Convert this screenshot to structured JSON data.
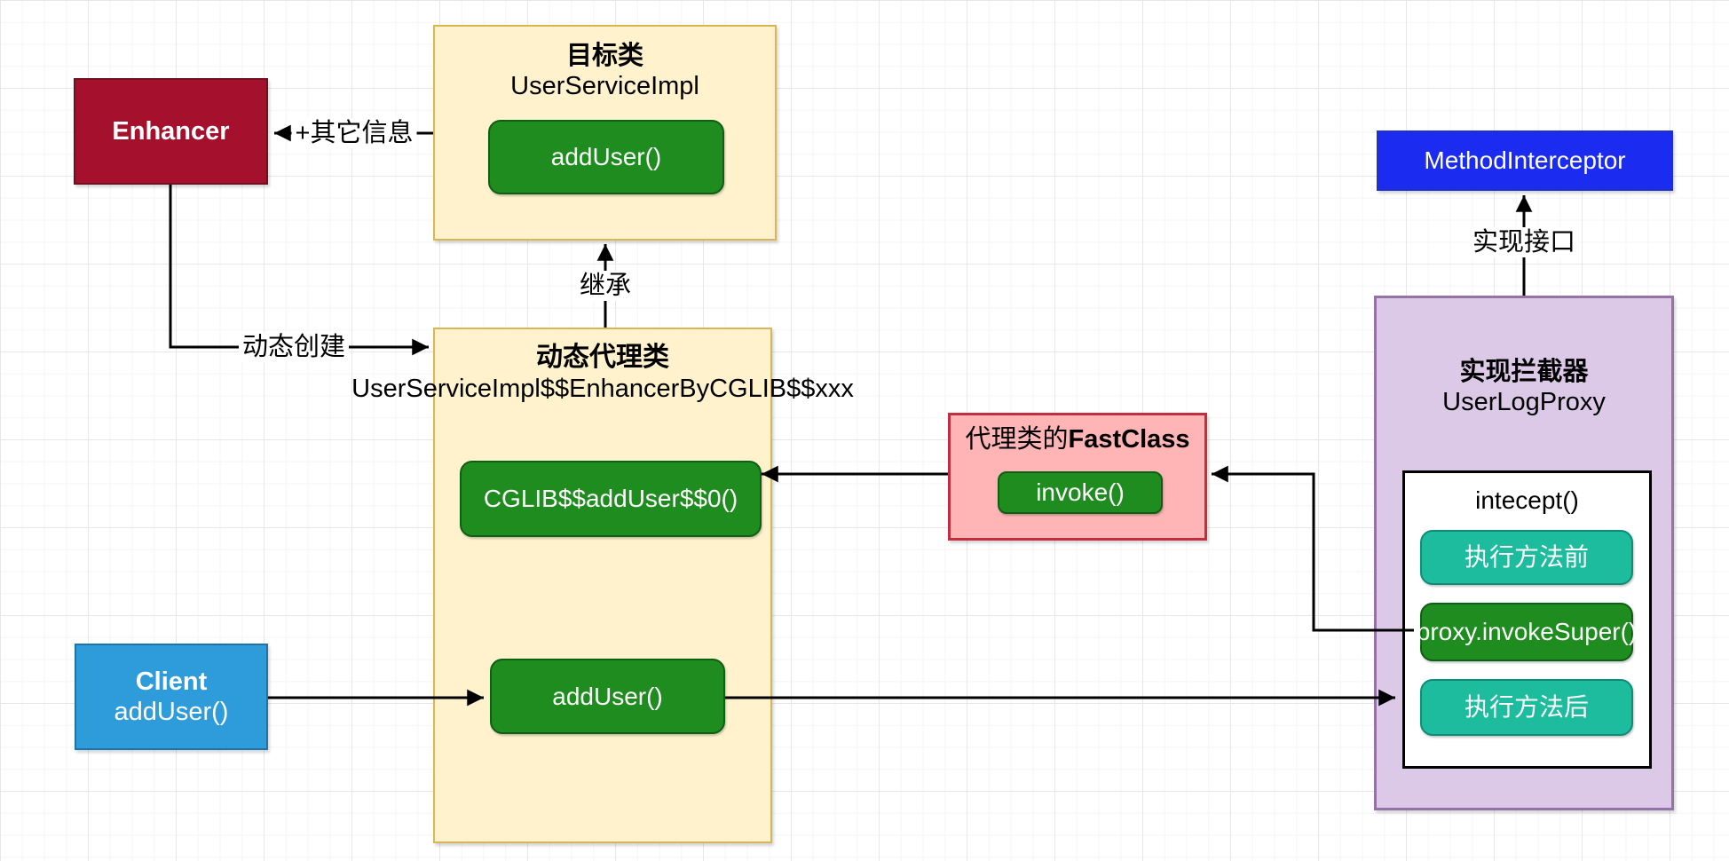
{
  "nodes": {
    "enhancer": {
      "label": "Enhancer"
    },
    "target_class": {
      "title": "目标类",
      "subtitle": "UserServiceImpl",
      "method": "addUser()"
    },
    "proxy_class": {
      "title": "动态代理类",
      "subtitle": "UserServiceImpl$$EnhancerByCGLIB$$xxx",
      "method_cglib": "CGLIB$$addUser$$0()",
      "method_adduser": "addUser()"
    },
    "client": {
      "title": "Client",
      "subtitle": "addUser()"
    },
    "fastclass": {
      "title_zh": "代理类的",
      "title_en": "FastClass",
      "method": "invoke()"
    },
    "method_interceptor": {
      "label": "MethodInterceptor"
    },
    "interceptor": {
      "title": "实现拦截器",
      "subtitle": "UserLogProxy",
      "intercept": {
        "title": "intecept()",
        "steps": [
          "执行方法前",
          "proxy.invokeSuper()",
          "执行方法后"
        ]
      }
    }
  },
  "edges": {
    "other_info": "+其它信息",
    "dynamic_create": "动态创建",
    "inherit": "继承",
    "implements": "实现接口"
  },
  "colors": {
    "enhancer_fill": "#A5112C",
    "class_box_fill": "#FFF2CC",
    "class_box_border": "#D6B656",
    "method_green": "#1E8C1E",
    "step_teal": "#1DBC9E",
    "fastclass_fill": "#FFB5B5",
    "fastclass_border": "#C22E3E",
    "interceptor_fill": "#DCC9E8",
    "interceptor_border": "#9673A6",
    "method_interceptor_fill": "#1B2BEF",
    "client_fill": "#2E9CDB",
    "line": "#000000"
  }
}
